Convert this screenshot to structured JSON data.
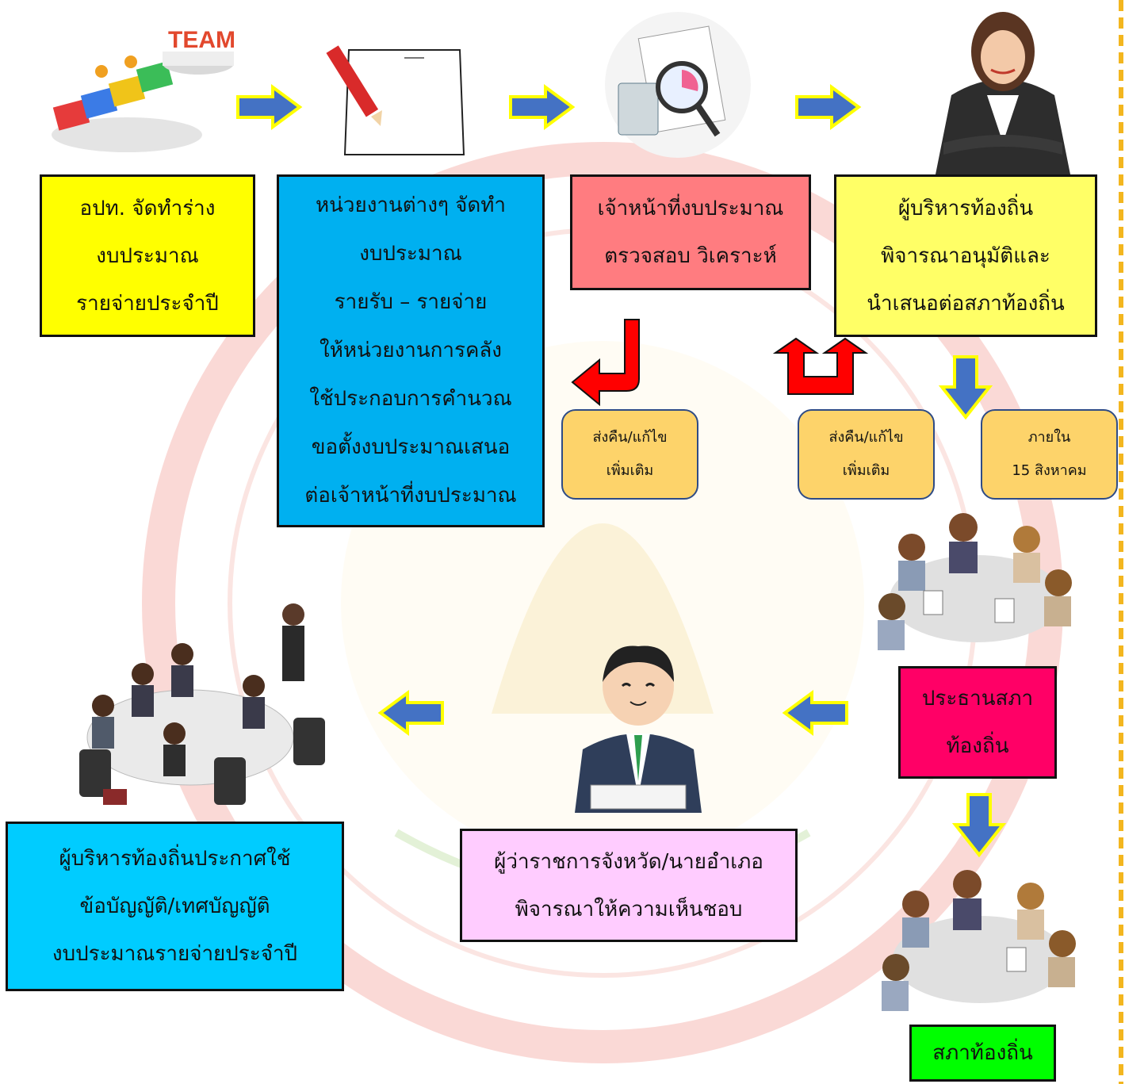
{
  "steps": {
    "step1": {
      "lines": [
        "อปท. จัดทำร่าง",
        "งบประมาณ",
        "รายจ่ายประจำปี"
      ],
      "color": "#ffff00"
    },
    "step2": {
      "lines": [
        "หน่วยงานต่างๆ จัดทำ",
        "งบประมาณ",
        "รายรับ – รายจ่าย",
        "ให้หน่วยงานการคลัง",
        "ใช้ประกอบการคำนวณ",
        "ขอตั้งงบประมาณเสนอ",
        "ต่อเจ้าหน้าที่งบประมาณ"
      ],
      "color": "#00b0f0"
    },
    "step3": {
      "lines": [
        "เจ้าหน้าที่งบประมาณ",
        "ตรวจสอบ วิเคราะห์"
      ],
      "color": "#ff7c80"
    },
    "step4": {
      "lines": [
        "ผู้บริหารท้องถิ่น",
        "พิจารณาอนุมัติและ",
        "นำเสนอต่อสภาท้องถิ่น"
      ],
      "color": "#ffff66"
    },
    "step5": {
      "lines": [
        "ประธานสภา",
        "ท้องถิ่น"
      ],
      "color": "#ff0066"
    },
    "step6": {
      "lines": [
        "สภาท้องถิ่น"
      ],
      "color": "#00ff00"
    },
    "step7": {
      "lines": [
        "ผู้ว่าราชการจังหวัด/นายอำเภอ",
        "พิจารณาให้ความเห็นชอบ"
      ],
      "color": "#ffccff"
    },
    "step8": {
      "lines": [
        "ผู้บริหารท้องถิ่นประกาศใช้",
        "ข้อบัญญัติ/เทศบัญญัติ",
        "งบประมาณรายจ่ายประจำปี"
      ],
      "color": "#00ccff"
    }
  },
  "notes": {
    "return1": [
      "ส่งคืน/แก้ไข",
      "เพิ่มเติม"
    ],
    "return2": [
      "ส่งคืน/แก้ไข",
      "เพิ่มเติม"
    ],
    "deadline": [
      "ภายใน",
      "15 สิงหาคม"
    ]
  },
  "images": {
    "team_label": "TEAM"
  },
  "colors": {
    "arrow_fill": "#4472c4",
    "arrow_outline": "#ffff00",
    "return_arrow_fill": "#ff0000",
    "note_fill": "#fdd36a"
  }
}
